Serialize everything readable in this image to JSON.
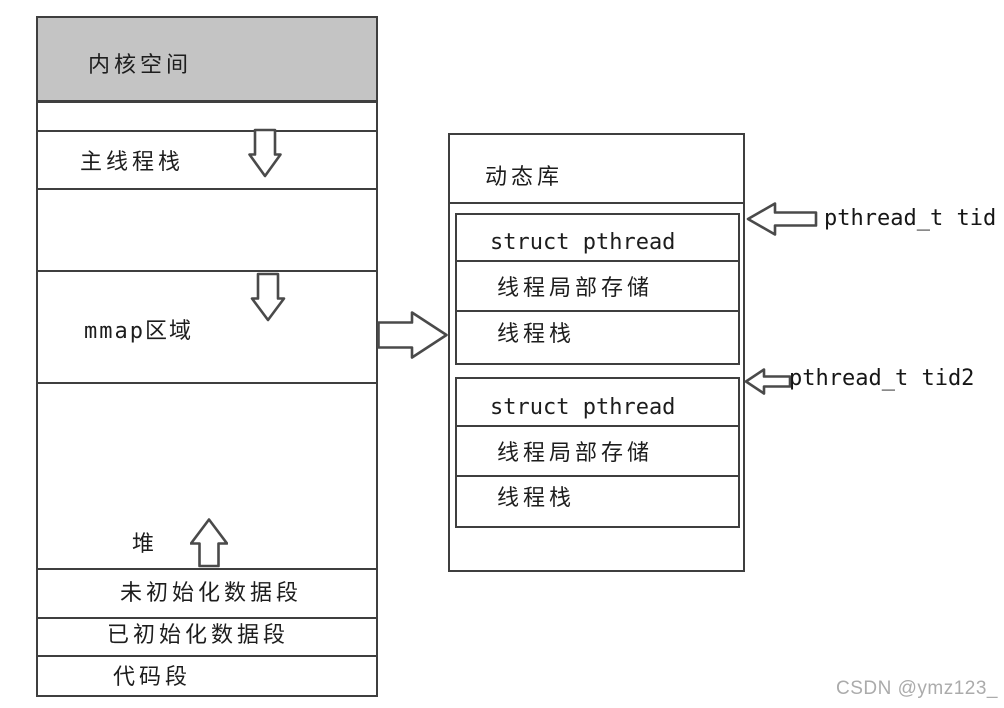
{
  "process_box": {
    "kernel_label": "内核空间",
    "main_thread_stack_label": "主线程栈",
    "mmap_label": "mmap区域",
    "heap_label": "堆",
    "uninitialized_data_label": "未初始化数据段",
    "initialized_data_label": "已初始化数据段",
    "code_segment_label": "代码段"
  },
  "library_box": {
    "title": "动态库",
    "thread_blocks": [
      {
        "struct_label": "struct pthread",
        "tls_label": "线程局部存储",
        "stack_label": "线程栈"
      },
      {
        "struct_label": "struct pthread",
        "tls_label": "线程局部存储",
        "stack_label": "线程栈"
      }
    ]
  },
  "annotations": {
    "tid1_label": "pthread_t tid",
    "tid2_label": "pthread_t tid2"
  },
  "arrows": {
    "main_stack_growth": "down",
    "mmap_growth": "down",
    "heap_growth": "up",
    "mmap_to_library": "right",
    "tid1_pointer": "left",
    "tid2_pointer": "left"
  },
  "watermark": "CSDN @ymz123_",
  "colors": {
    "header_fill": "#c4c4c4",
    "line": "#3f3f3f",
    "watermark": "#ababab"
  }
}
